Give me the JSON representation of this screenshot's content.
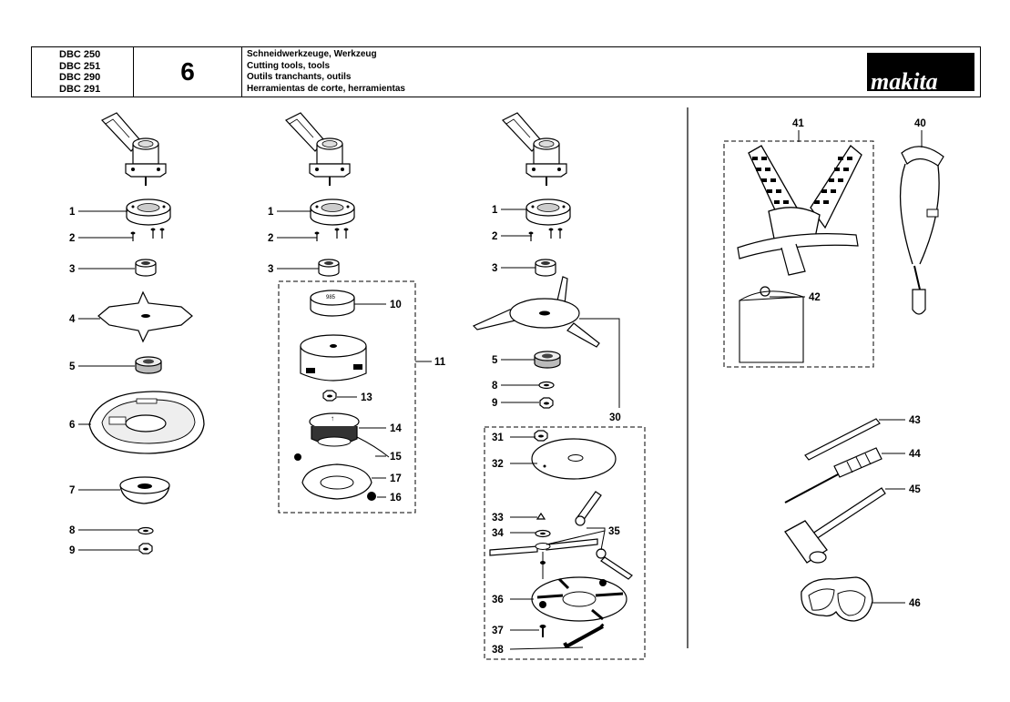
{
  "header": {
    "models": [
      "DBC 250",
      "DBC 251",
      "DBC 290",
      "DBC 291"
    ],
    "page_number": "6",
    "titles": [
      "Schneidwerkzeuge, Werkzeug",
      "Cutting tools, tools",
      "Outils tranchants, outils",
      "Herramientas de corte, herramientas"
    ],
    "logo_text": "makita"
  },
  "callouts": {
    "c1": "1",
    "c2": "2",
    "c3": "3",
    "c4": "4",
    "c5": "5",
    "c6": "6",
    "c7": "7",
    "c8": "8",
    "c9": "9",
    "c10": "10",
    "c11": "11",
    "c13": "13",
    "c14": "14",
    "c15": "15",
    "c16": "16",
    "c17": "17",
    "c30": "30",
    "c31": "31",
    "c32": "32",
    "c33": "33",
    "c34": "34",
    "c35": "35",
    "c36": "36",
    "c37": "37",
    "c38": "38",
    "c40": "40",
    "c41": "41",
    "c42": "42",
    "c43": "43",
    "c44": "44",
    "c45": "45",
    "c46": "46"
  },
  "spool_text": "985",
  "spool_arrow": "↑"
}
